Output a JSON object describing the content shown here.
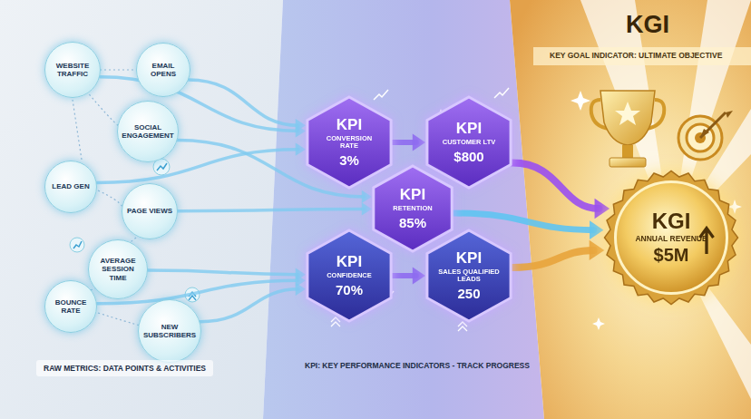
{
  "diagram": {
    "title": "KGI",
    "nodes": [
      {
        "text": [
          "WEBSITE TRAFFIC"
        ]
      },
      {
        "text": [
          "EMAIL OPENS"
        ]
      },
      {
        "text": [
          "SOCIAL ENGAGEMENT"
        ]
      },
      {
        "text": [
          "LEAD GEN"
        ]
      },
      {
        "text": [
          "PAGE VIEWS"
        ]
      },
      {
        "text": [
          "AVERAGE SESSION TIME"
        ]
      },
      {
        "text": [
          "BOUNCE RATE"
        ]
      },
      {
        "text": [
          "NEW SUBSCRIBERS"
        ]
      },
      {
        "text": [
          "KPI",
          "CONVERSION RATE",
          "3%"
        ]
      },
      {
        "text": [
          "KPI",
          "CUSTOMER LTV",
          "$800"
        ]
      },
      {
        "text": [
          "KPI",
          "RETENTION",
          "85%"
        ]
      },
      {
        "text": [
          "KPI",
          "CONFIDENCE",
          "70%"
        ]
      },
      {
        "text": [
          "KPI",
          "SALES QUALIFIED LEADS",
          "250"
        ]
      },
      {
        "text": [
          "KGI",
          "ANNUAL REVENUE",
          "$5M"
        ]
      }
    ],
    "edges": [
      {
        "from": 0,
        "to": 8,
        "arrow": "to"
      },
      {
        "from": 1,
        "to": 8,
        "arrow": "to"
      },
      {
        "from": 2,
        "to": 10,
        "arrow": "to"
      },
      {
        "from": 3,
        "to": 8,
        "arrow": "to"
      },
      {
        "from": 4,
        "to": 10,
        "arrow": "to"
      },
      {
        "from": 5,
        "to": 11,
        "arrow": "to"
      },
      {
        "from": 6,
        "to": 11,
        "arrow": "to"
      },
      {
        "from": 7,
        "to": 11,
        "arrow": "to"
      },
      {
        "from": 8,
        "to": 9,
        "arrow": "to"
      },
      {
        "from": 9,
        "to": 13,
        "arrow": "to"
      },
      {
        "from": 10,
        "to": 13,
        "arrow": "to"
      },
      {
        "from": 11,
        "to": 12,
        "arrow": "to"
      },
      {
        "from": 12,
        "to": 13,
        "arrow": "to"
      }
    ],
    "labels": [
      "KEY GOAL INDICATOR: ULTIMATE OBJECTIVE",
      "RAW METRICS: DATA POINTS & ACTIVITIES",
      "KPI: KEY PERFORMANCE INDICATORS - TRACK PROGRESS"
    ]
  }
}
